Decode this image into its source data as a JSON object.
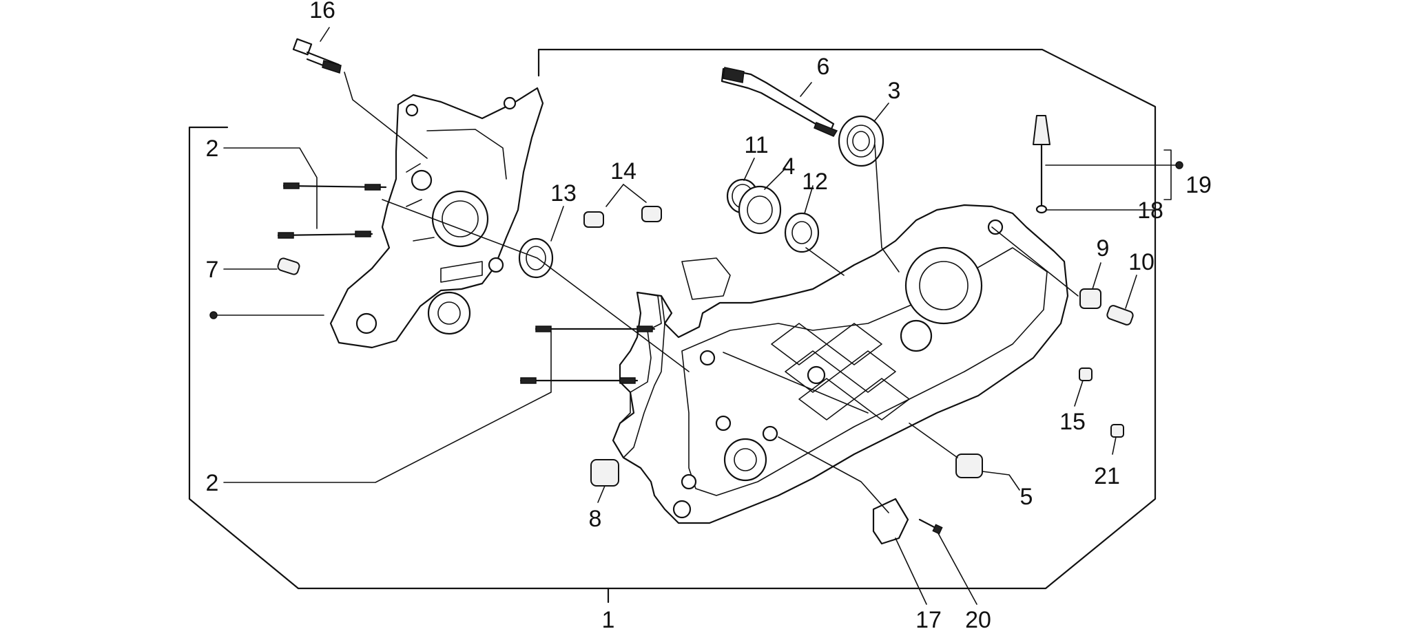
{
  "diagram": {
    "callouts": [
      {
        "id": "16",
        "label": "16"
      },
      {
        "id": "2a",
        "label": "2"
      },
      {
        "id": "7",
        "label": "7"
      },
      {
        "id": "2b",
        "label": "2"
      },
      {
        "id": "13",
        "label": "13"
      },
      {
        "id": "14",
        "label": "14"
      },
      {
        "id": "6",
        "label": "6"
      },
      {
        "id": "3",
        "label": "3"
      },
      {
        "id": "11",
        "label": "11"
      },
      {
        "id": "4",
        "label": "4"
      },
      {
        "id": "12",
        "label": "12"
      },
      {
        "id": "19",
        "label": "19"
      },
      {
        "id": "18",
        "label": "18"
      },
      {
        "id": "9",
        "label": "9"
      },
      {
        "id": "10",
        "label": "10"
      },
      {
        "id": "15",
        "label": "15"
      },
      {
        "id": "21",
        "label": "21"
      },
      {
        "id": "5",
        "label": "5"
      },
      {
        "id": "8",
        "label": "8"
      },
      {
        "id": "17",
        "label": "17"
      },
      {
        "id": "20",
        "label": "20"
      },
      {
        "id": "1",
        "label": "1"
      }
    ]
  }
}
